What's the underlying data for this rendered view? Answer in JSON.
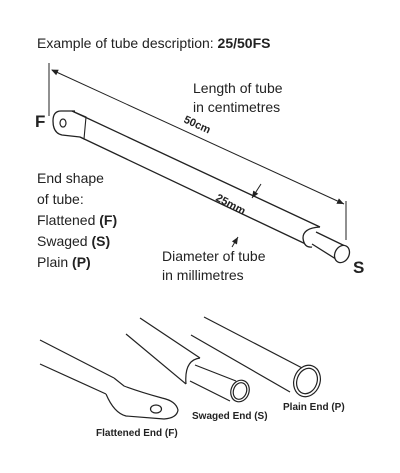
{
  "title": {
    "prefix": "Example of tube description: ",
    "code": "25/50FS"
  },
  "length_note": {
    "line1": "Length of tube",
    "line2": "in centimetres"
  },
  "length_value": "50cm",
  "diameter_value": "25mm",
  "diameter_note": {
    "line1": "Diameter of tube",
    "line2": "in millimetres"
  },
  "end_shape": {
    "line1": "End shape",
    "line2": "of tube:",
    "items": [
      {
        "label": "Flattened ",
        "code": "(F)"
      },
      {
        "label": "Swaged ",
        "code": "(S)"
      },
      {
        "label": "Plain ",
        "code": "(P)"
      }
    ]
  },
  "end_letters": {
    "left": "F",
    "right": "S"
  },
  "examples": {
    "flattened": "Flattened  End (F)",
    "swaged": "Swaged End (S)",
    "plain": "Plain End (P)"
  }
}
